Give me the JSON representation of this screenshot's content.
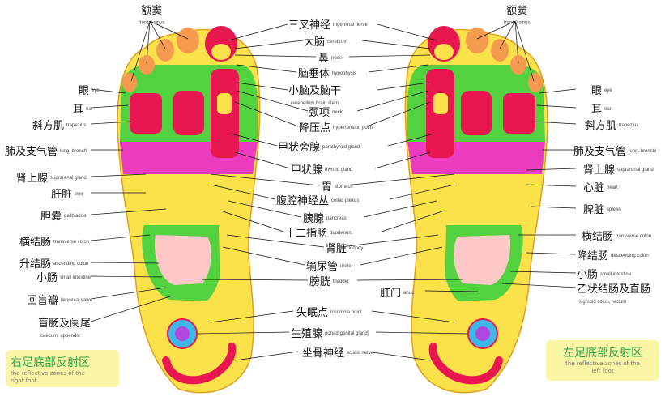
{
  "labels": {
    "trigeminal": {
      "zh": "三叉神经",
      "en": "trigeminal nerve"
    },
    "cerebrum": {
      "zh": "大脑",
      "en": "cerebrum"
    },
    "nose": {
      "zh": "鼻",
      "en": "nose"
    },
    "hypophysis": {
      "zh": "脑垂体",
      "en": "hypophysis"
    },
    "cerebellum": {
      "zh": "小脑及脑干",
      "en": "cerebellum,brain stem"
    },
    "neck": {
      "zh": "颈项",
      "en": "neck"
    },
    "hypertension": {
      "zh": "降压点",
      "en": "hypertension point"
    },
    "parathyroid": {
      "zh": "甲状旁腺",
      "en": "parathyroid gland"
    },
    "thyroid": {
      "zh": "甲状腺",
      "en": "thyroid gland"
    },
    "stomach": {
      "zh": "胃",
      "en": "stomach"
    },
    "celiac": {
      "zh": "腹腔神经丛",
      "en": "celiac plexus"
    },
    "pancreas": {
      "zh": "胰腺",
      "en": "pancreas"
    },
    "duodenum": {
      "zh": "十二指肠",
      "en": "duodenum"
    },
    "kidney": {
      "zh": "肾脏",
      "en": "kidney"
    },
    "ureter": {
      "zh": "输尿管",
      "en": "ureter"
    },
    "bladder": {
      "zh": "膀胱",
      "en": "bladder"
    },
    "anus": {
      "zh": "肛门",
      "en": "anus"
    },
    "insomnia": {
      "zh": "失眠点",
      "en": "insomnia point"
    },
    "gonad": {
      "zh": "生殖腺",
      "en": "gonad(genital gland)"
    },
    "sciatic": {
      "zh": "坐骨神经",
      "en": "sciatic nerve"
    },
    "sinusL": {
      "zh": "额窦",
      "en": "frontal sinus"
    },
    "sinusR": {
      "zh": "额窦",
      "en": "frontal sinus"
    },
    "eyeL": {
      "zh": "眼",
      "en": "eye"
    },
    "earL": {
      "zh": "耳",
      "en": "ear"
    },
    "trapL": {
      "zh": "斜方肌",
      "en": "trapezius"
    },
    "lungL": {
      "zh": "肺及支气管",
      "en": "lung, bronchi"
    },
    "adrenalL": {
      "zh": "肾上腺",
      "en": "suprarenal gland"
    },
    "liver": {
      "zh": "肝脏",
      "en": "liver"
    },
    "gall": {
      "zh": "胆囊",
      "en": "gallbladder"
    },
    "transL": {
      "zh": "横结肠",
      "en": "transverse colon"
    },
    "ascending": {
      "zh": "升结肠",
      "en": "ascending colon"
    },
    "smallL": {
      "zh": "小肠",
      "en": "small intestine"
    },
    "ileo": {
      "zh": "回盲瓣",
      "en": "ileocecal valve"
    },
    "caecum": {
      "zh": "盲肠及阑尾",
      "en": "caecum, appendix"
    },
    "eyeR": {
      "zh": "眼",
      "en": "eye"
    },
    "earR": {
      "zh": "耳",
      "en": "ear"
    },
    "trapR": {
      "zh": "斜方肌",
      "en": "trapezius"
    },
    "lungR": {
      "zh": "肺及支气管",
      "en": "lung, bronchi"
    },
    "adrenalR": {
      "zh": "肾上腺",
      "en": "suprarenal gland"
    },
    "heart": {
      "zh": "心脏",
      "en": "heart"
    },
    "spleen": {
      "zh": "脾脏",
      "en": "spleen"
    },
    "transR": {
      "zh": "横结肠",
      "en": "transverse colon"
    },
    "descending": {
      "zh": "降结肠",
      "en": "descending colon"
    },
    "smallR": {
      "zh": "小肠",
      "en": "small intestine"
    },
    "sigmoid": {
      "zh": "乙状结肠及直肠",
      "en": "sigmoid colon, rectum"
    }
  },
  "captions": {
    "left": {
      "title": "右足底部反射区",
      "sub1": "the reflective zones of the",
      "sub2": "right foot"
    },
    "right": {
      "title": "左足底部反射区",
      "sub1": "the reflective zones of the",
      "sub2": "left foot"
    }
  },
  "colors": {
    "background": "#ffffff",
    "sole": "#fbe14a",
    "green": "#53d23f",
    "red": "#e8174f",
    "magenta": "#e81fd5",
    "caption_bg": "#fbf6a6",
    "caption_text": "#2fa64b"
  }
}
